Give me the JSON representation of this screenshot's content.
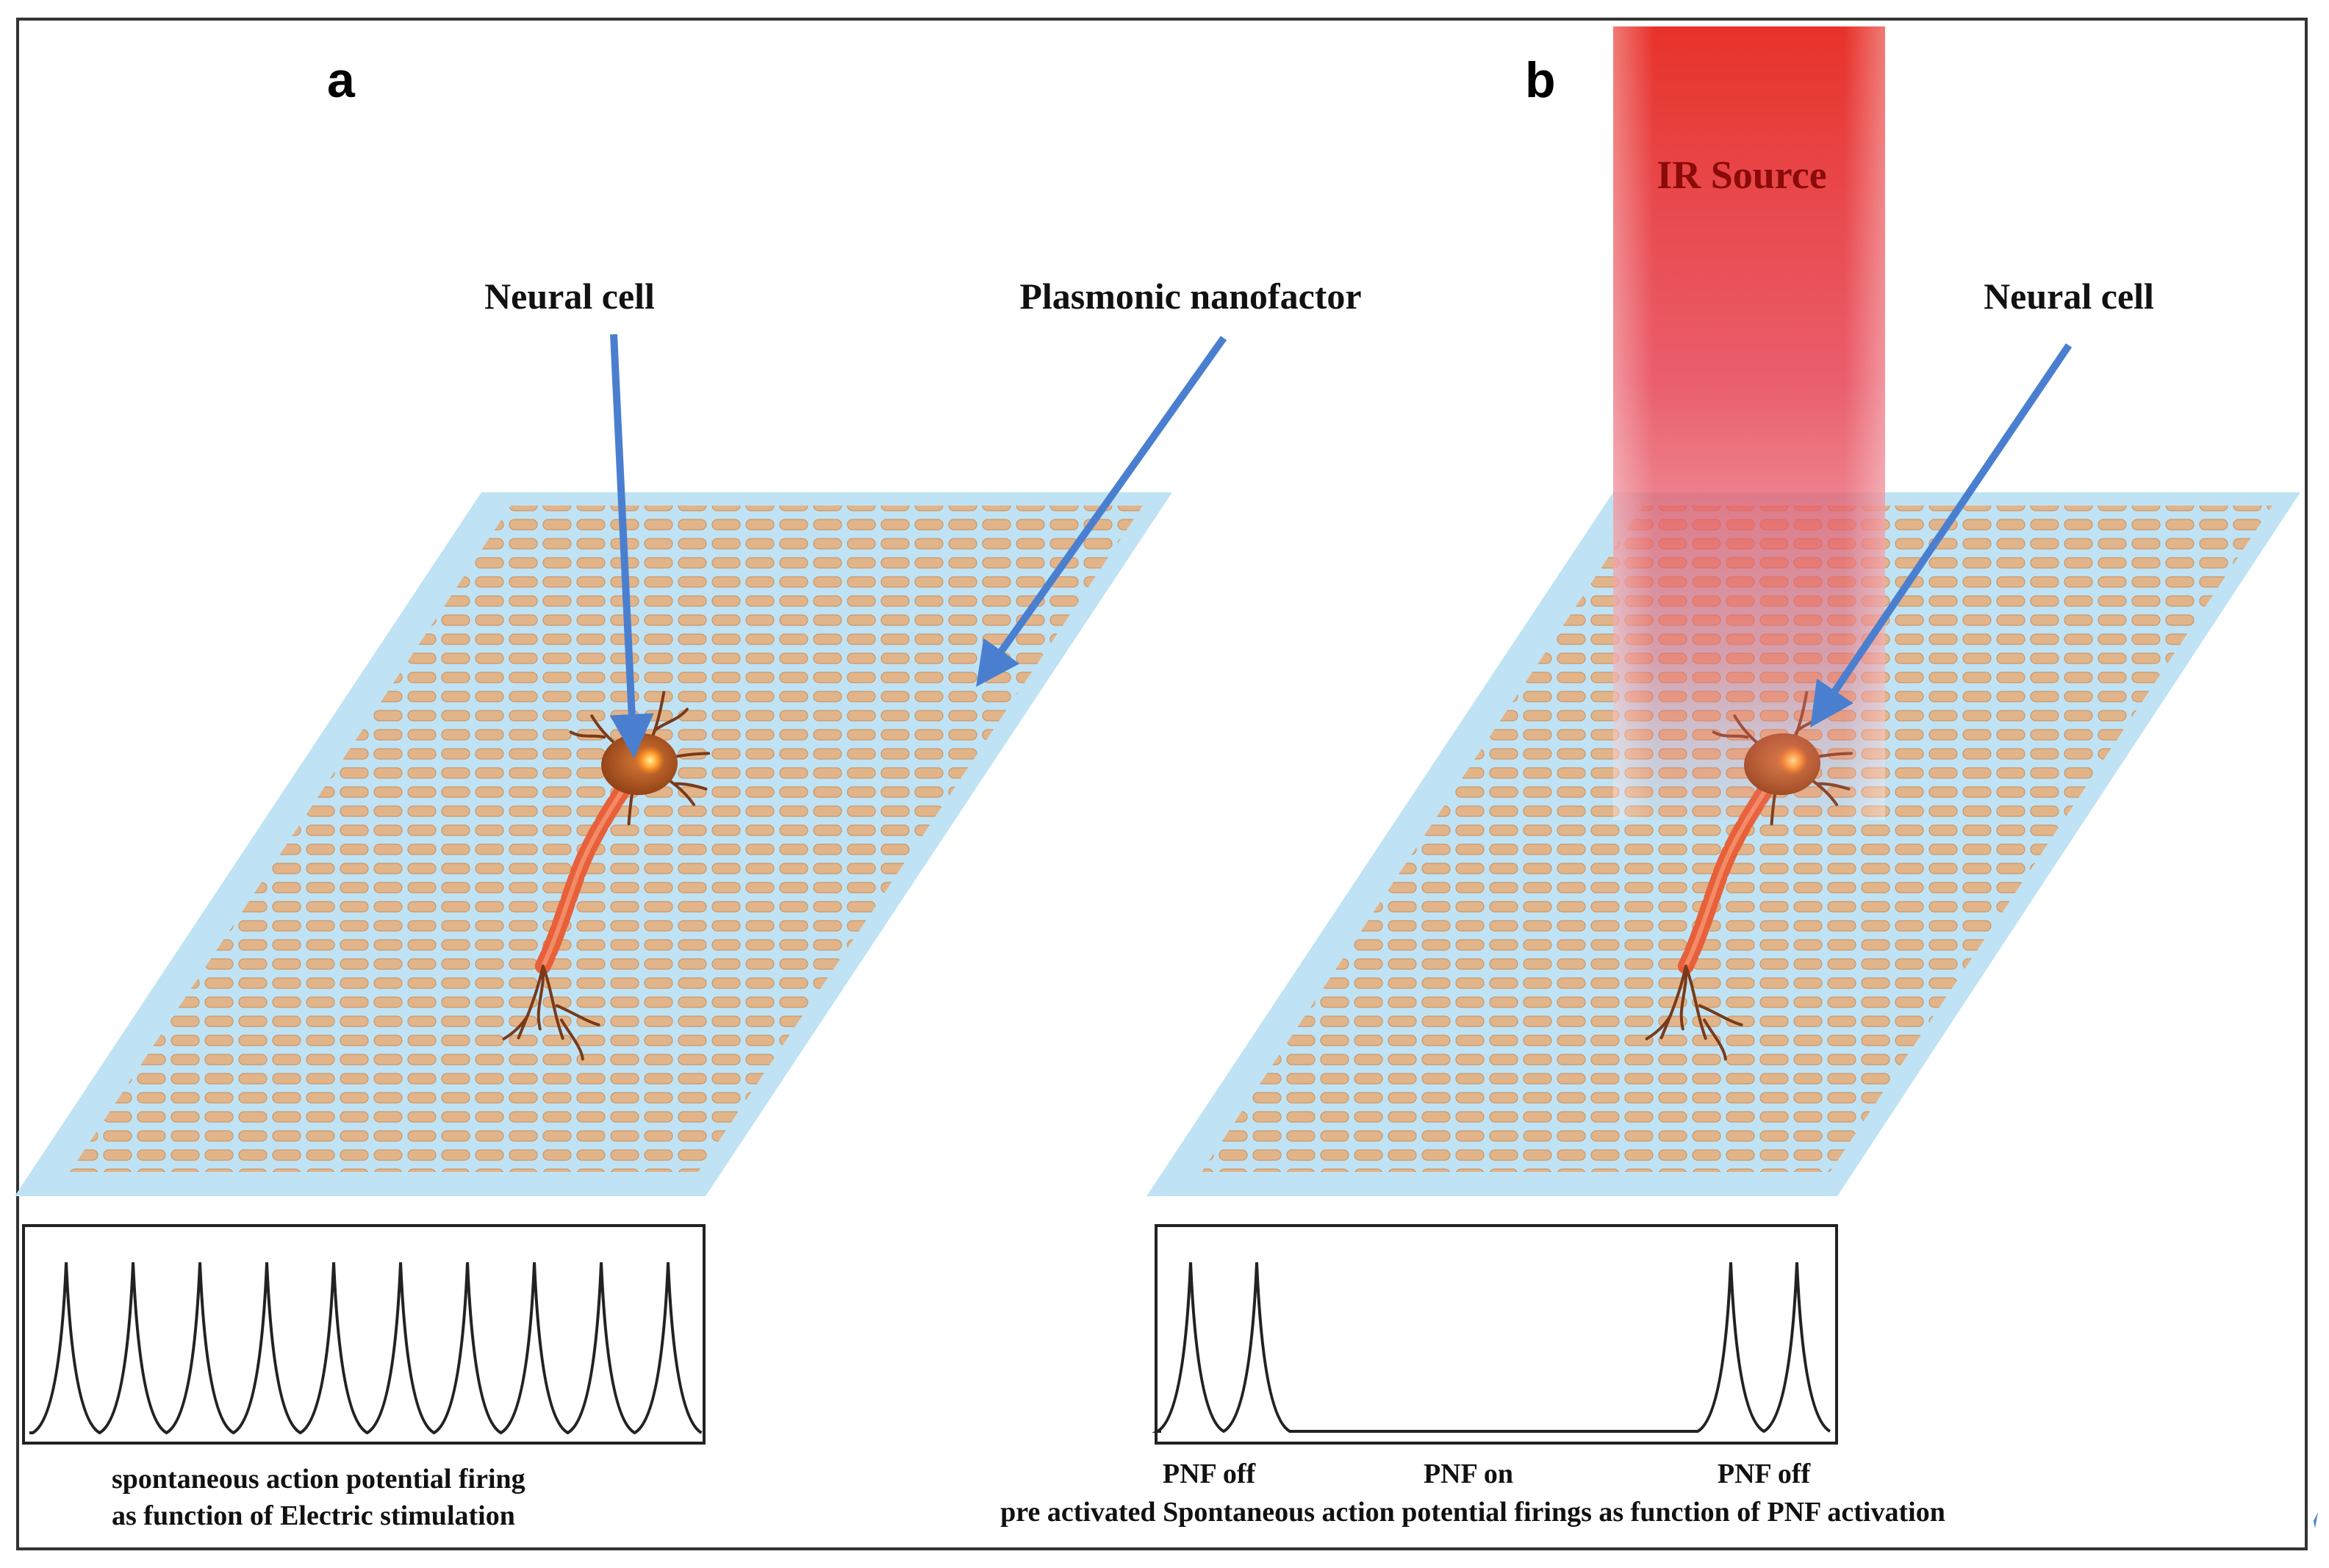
{
  "panels": {
    "a": {
      "letter": "a",
      "label_neural_cell": "Neural cell",
      "label_nanofactor": "Plasmonic nanofactor",
      "caption_line1": "spontaneous action potential firing",
      "caption_line2": "as function of Electric stimulation",
      "spike_count": 10
    },
    "b": {
      "letter": "b",
      "label_ir_source": "IR Source",
      "label_neural_cell": "Neural cell",
      "state_left": "PNF off",
      "state_middle": "PNF on",
      "state_right": "PNF off",
      "caption": "pre activated Spontaneous action potential firings as function of PNF activation"
    }
  },
  "colors": {
    "plate": "#bfe3f4",
    "nanorod": "#e2b48a",
    "arrow": "#4a7fd0",
    "ir_top": "#e8322a",
    "neuron": "#a9521f",
    "axon": "#e8603a",
    "trace": "#222222"
  }
}
